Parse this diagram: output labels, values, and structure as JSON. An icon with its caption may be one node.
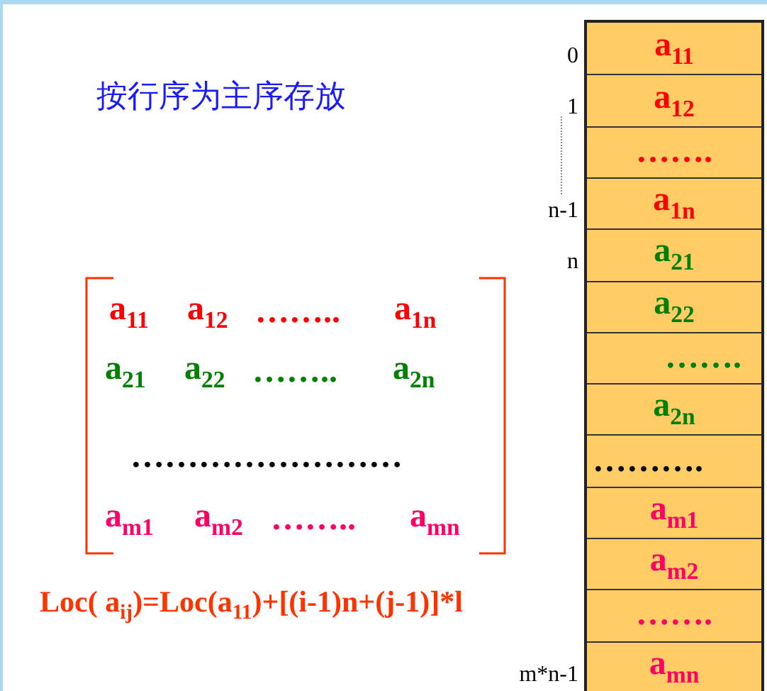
{
  "diagram": {
    "title": "按行序为主序存放",
    "nodes": [
      {
        "text": [
          "a$_{11}$"
        ],
        "beside": [
          "0"
        ]
      },
      {
        "text": [
          "a$_{12}$"
        ],
        "beside": [
          "1"
        ]
      },
      {
        "text": [
          "……."
        ]
      },
      {
        "text": [
          "a$_{1n}$"
        ],
        "beside": [
          "n-1"
        ]
      },
      {
        "text": [
          "a$_{21}$"
        ],
        "beside": [
          "n"
        ]
      },
      {
        "text": [
          "a$_{22}$"
        ]
      },
      {
        "text": [
          "……."
        ]
      },
      {
        "text": [
          "a$_{2n}$"
        ]
      },
      {
        "text": [
          "………."
        ]
      },
      {
        "text": [
          "a$_{m1}$"
        ]
      },
      {
        "text": [
          "a$_{m2}$"
        ]
      },
      {
        "text": [
          "……."
        ]
      },
      {
        "text": [
          "a$_{mn}$"
        ],
        "beside": [
          "m*n-1"
        ]
      }
    ],
    "labels": [
      "a$_{11}$",
      "a$_{12}$",
      "……..",
      "a$_{1n}$",
      "a$_{21}$",
      "a$_{22}$",
      "……..",
      "a$_{2n}$",
      "……………………",
      "a$_{m1}$",
      "a$_{m2}$",
      "……..",
      "a$_{mn}$",
      "Loc( a$_{ij}$)=Loc(a$_{11}$)+[(i-1)n+(j-1)]*l"
    ]
  }
}
